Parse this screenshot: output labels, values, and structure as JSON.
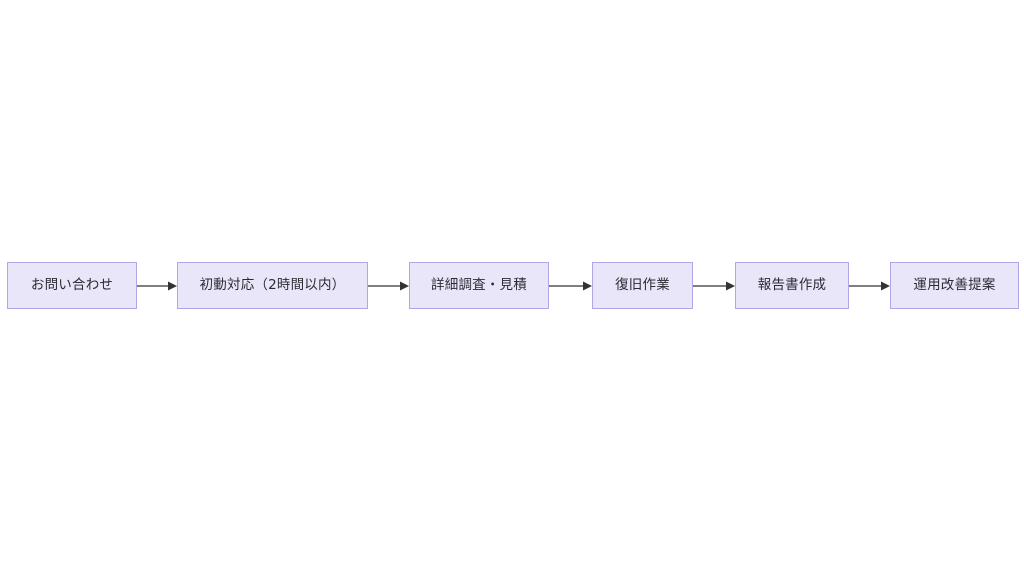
{
  "diagram": {
    "type": "flowchart",
    "orientation": "left-to-right",
    "background_color": "#ffffff",
    "node_fill_color": "#e9e6fa",
    "node_border_color": "#b3a6e8",
    "node_text_color": "#2b2b33",
    "arrow_color": "#333333",
    "nodes": [
      {
        "id": "step-1",
        "label": "お問い合わせ",
        "width": 130
      },
      {
        "id": "step-2",
        "label": "初動対応（2時間以内）",
        "width": 191
      },
      {
        "id": "step-3",
        "label": "詳細調査・見積",
        "width": 140
      },
      {
        "id": "step-4",
        "label": "復旧作業",
        "width": 101
      },
      {
        "id": "step-5",
        "label": "報告書作成",
        "width": 114
      },
      {
        "id": "step-6",
        "label": "運用改善提案",
        "width": 129
      }
    ],
    "connectors": [
      {
        "id": "arrow-1",
        "from": "step-1",
        "to": "step-2",
        "length": 40
      },
      {
        "id": "arrow-2",
        "from": "step-2",
        "to": "step-3",
        "length": 41
      },
      {
        "id": "arrow-3",
        "from": "step-3",
        "to": "step-4",
        "length": 43
      },
      {
        "id": "arrow-4",
        "from": "step-4",
        "to": "step-5",
        "length": 42
      },
      {
        "id": "arrow-5",
        "from": "step-5",
        "to": "step-6",
        "length": 41
      }
    ],
    "left_margin": 7
  }
}
